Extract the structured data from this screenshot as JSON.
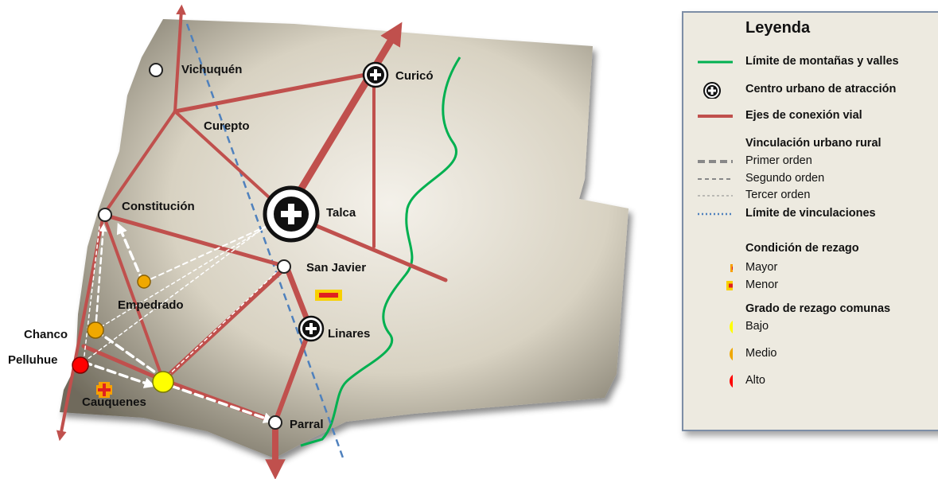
{
  "places": {
    "vichuquen": "Vichuquén",
    "curico": "Curicó",
    "curepto": "Curepto",
    "constitucion": "Constitución",
    "talca": "Talca",
    "san_javier": "San Javier",
    "empedrado": "Empedrado",
    "linares": "Linares",
    "chanco": "Chanco",
    "pelluhue": "Pelluhue",
    "cauquenes": "Cauquenes",
    "parral": "Parral"
  },
  "legend": {
    "title": "Leyenda",
    "mountain_limit": "Límite de montañas y valles",
    "urban_center": "Centro urbano de atracción",
    "road_axes": "Ejes de conexión vial",
    "urban_rural_header": "Vinculación urbano rural",
    "first_order": "Primer orden",
    "second_order": "Segundo orden",
    "third_order": "Tercer orden",
    "link_limit": "Límite de vinculaciones",
    "lag_header": "Condición de rezago",
    "lag_major": "Mayor",
    "lag_minor": "Menor",
    "degree_header": "Grado de rezago comunas",
    "low": "Bajo",
    "medium": "Medio",
    "high": "Alto"
  },
  "colors": {
    "road": "#c0504d",
    "mountain_line": "#00b050",
    "link_limit_line": "#4f81bd",
    "low": "#ffff00",
    "medium": "#f0a800",
    "high": "#ff0000",
    "lag_symbol": "#ff9900"
  }
}
